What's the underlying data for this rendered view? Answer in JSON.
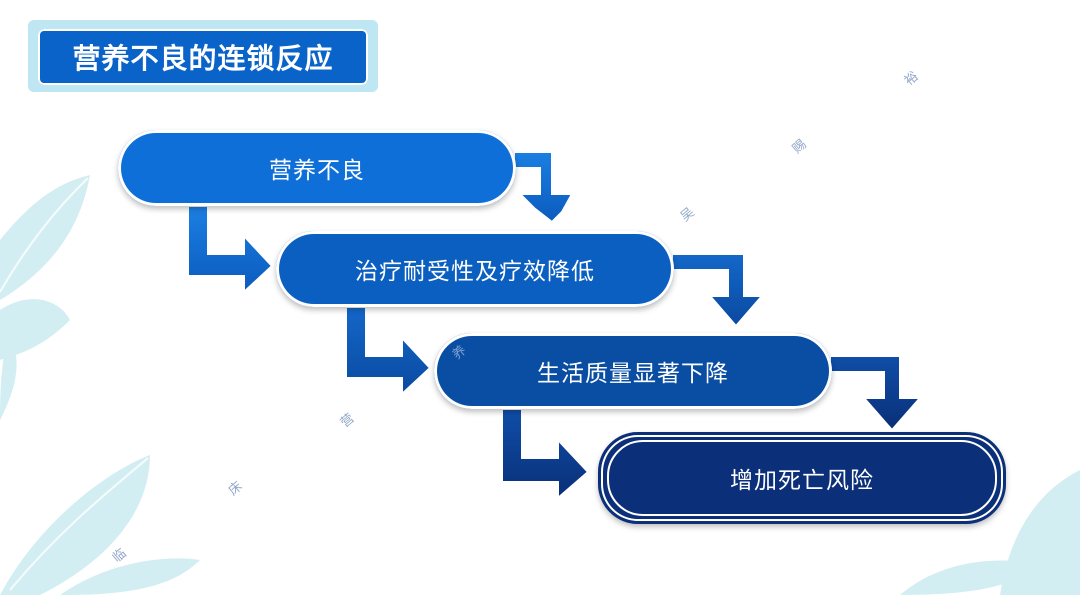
{
  "title": "营养不良的连锁反应",
  "steps": [
    {
      "label": "营养不良"
    },
    {
      "label": "治疗耐受性及疗效降低"
    },
    {
      "label": "生活质量显著下降"
    },
    {
      "label": "增加死亡风险"
    }
  ],
  "watermark_chars": [
    "临",
    "床",
    "营",
    "养",
    "吴",
    "赐",
    "裕"
  ],
  "colors": {
    "title_bg": "#0a63c9",
    "step1": "#0e6fd8",
    "step2": "#0b5fc0",
    "step3": "#0a4ea3",
    "step4": "#0b2f78",
    "leaf": "#d3eef2"
  }
}
